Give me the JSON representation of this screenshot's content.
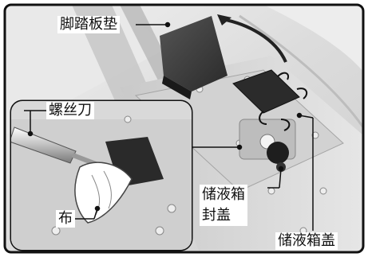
{
  "figure": {
    "labels": {
      "footrest_mat": "脚踏板垫",
      "screwdriver": "螺丝刀",
      "cloth": "布",
      "reservoir_seal": "储液箱\n封盖",
      "reservoir_cover": "储液箱盖"
    }
  }
}
